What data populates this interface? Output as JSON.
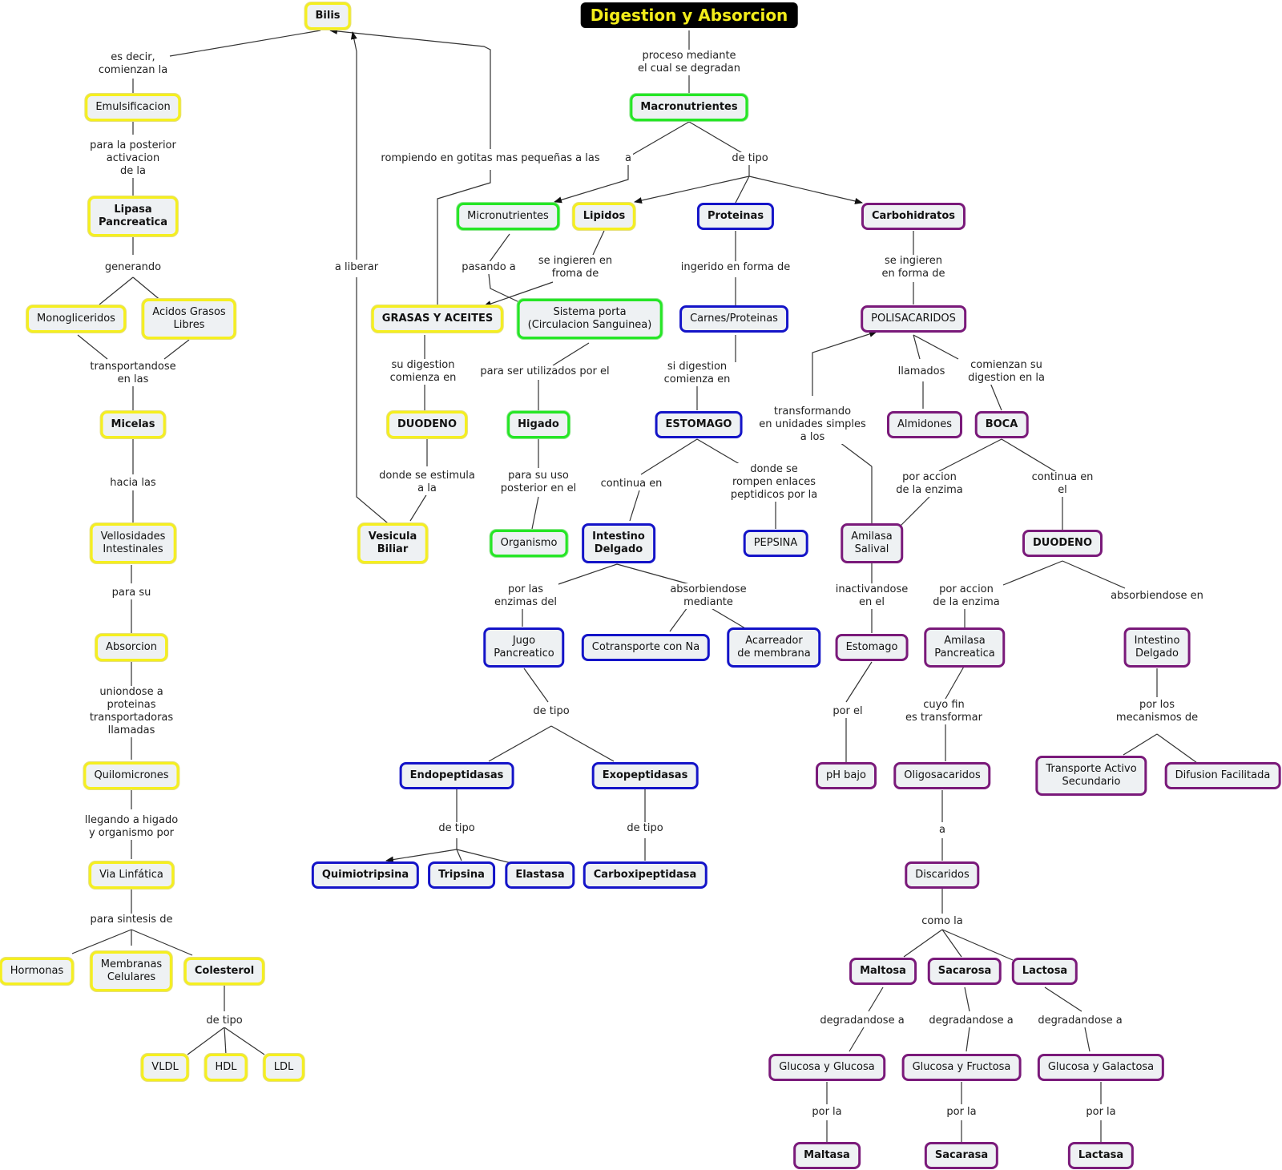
{
  "title": "Digestion y Absorcion",
  "colors": {
    "lipidos": "#f5ef1f",
    "micronutrientes": "#25e625",
    "proteinas": "#1414c8",
    "carbohidratos": "#7a1a7a",
    "title_bg": "#000000",
    "title_text": "#f2ec1a"
  },
  "nodes": {
    "macronutrientes": "Macronutrientes",
    "micronutrientes": "Micronutrientes",
    "lipidos": "Lipidos",
    "proteinas": "Proteinas",
    "carbohidratos": "Carbohidratos",
    "bilis": "Bilis",
    "emulsificacion": "Emulsificacion",
    "lipasa_pancreatica": "Lipasa\nPancreatica",
    "monogliceridos": "Monogliceridos",
    "acidos_grasos": "Acidos Grasos\nLibres",
    "micelas": "Micelas",
    "vellosidades": "Vellosidades\nIntestinales",
    "absorcion": "Absorcion",
    "quilomicrones": "Quilomicrones",
    "via_linfatica": "Via Linfática",
    "hormonas": "Hormonas",
    "membranas": "Membranas\nCelulares",
    "colesterol": "Colesterol",
    "vldl": "VLDL",
    "hdl": "HDL",
    "ldl": "LDL",
    "grasas_aceites": "GRASAS Y ACEITES",
    "duodeno_lip": "DUODENO",
    "vesicula": "Vesicula\nBiliar",
    "sistema_porta": "Sistema porta\n(Circulacion Sanguinea)",
    "higado": "Higado",
    "organismo": "Organismo",
    "carnes": "Carnes/Proteinas",
    "estomago_prot": "ESTOMAGO",
    "intestino_delgado_prot": "Intestino\nDelgado",
    "pepsina": "PEPSINA",
    "jugo_pancreatico": "Jugo\nPancreatico",
    "cotransporte": "Cotransporte con Na",
    "acarreador": "Acarreador\nde membrana",
    "endopeptidasas": "Endopeptidasas",
    "exopeptidasas": "Exopeptidasas",
    "quimiotripsina": "Quimiotripsina",
    "tripsina": "Tripsina",
    "elastasa": "Elastasa",
    "carboxipeptidasa": "Carboxipeptidasa",
    "polisacaridos": "POLISACARIDOS",
    "almidones": "Almidones",
    "boca": "BOCA",
    "amilasa_salival": "Amilasa\nSalival",
    "estomago_carb": "Estomago",
    "ph_bajo": "pH bajo",
    "duodeno_carb": "DUODENO",
    "amilasa_pancreatica": "Amilasa\nPancreatica",
    "intestino_delgado_carb": "Intestino\nDelgado",
    "oligosacaridos": "Oligosacaridos",
    "discaridos": "Discaridos",
    "transporte_activo": "Transporte Activo\nSecundario",
    "difusion": "Difusion Facilitada",
    "maltosa": "Maltosa",
    "sacarosa": "Sacarosa",
    "lactosa": "Lactosa",
    "glucosa_glucosa": "Glucosa y Glucosa",
    "glucosa_fructosa": "Glucosa y Fructosa",
    "glucosa_galactosa": "Glucosa y Galactosa",
    "maltasa": "Maltasa",
    "sacarasa": "Sacarasa",
    "lactasa": "Lactasa"
  },
  "links": {
    "proceso": "proceso mediante\nel cual se degradan",
    "a_micro": "a",
    "de_tipo_macro": "de tipo",
    "es_decir": "es decir,\ncomienzan la",
    "para_posterior": "para la posterior\nactivacion\nde la",
    "generando": "generando",
    "transportandose": "transportandose\nen las",
    "hacia_las": "hacia las",
    "para_su": "para su",
    "uniondose": "uniondose a\nproteinas\ntransportadoras\nllamadas",
    "llegando": "llegando a higado\ny organismo por",
    "para_sintesis": "para sintesis de",
    "de_tipo_col": "de tipo",
    "rompiendo": "rompiendo en gotitas mas pequeñas a las",
    "a_liberar": "a liberar",
    "pasando_a": "pasando a",
    "se_ingieren_lip": "se ingieren en\nfroma de",
    "su_digestion": "su digestion\ncomienza en",
    "donde_estimula": "donde se estimula\na la",
    "para_ser": "para ser utilizados por el",
    "para_su_uso": "para su uso\nposterior en el",
    "ingerido": "ingerido en forma de",
    "si_digestion": "si digestion\ncomienza en",
    "continua_en_prot": "continua en",
    "donde_rompen": "donde se\nrompen enlaces\npeptidicos por la",
    "por_las_enzimas": "por las\nenzimas del",
    "absorbiendose_mediante": "absorbiendose\nmediante",
    "de_tipo_jugo": "de tipo",
    "de_tipo_endo": "de tipo",
    "de_tipo_exo": "de tipo",
    "se_ingieren_carb": "se ingieren\nen forma de",
    "transformando": "transformando\nen unidades simples\na los",
    "llamados": "llamados",
    "comienzan_su": "comienzan su\ndigestion en la",
    "por_accion_boca": "por accion\nde la enzima",
    "continua_en_el": "continua en\nel",
    "inactivandose": "inactivandose\nen el",
    "por_el": "por el",
    "por_accion_duo": "por accion\nde la enzima",
    "absorbiendose_en": "absorbiendose en",
    "cuyo_fin": "cuyo fin\nes transformar",
    "a_disc": "a",
    "por_los_mecanismos": "por los\nmecanismos de",
    "como_la": "como la",
    "degradandose_1": "degradandose a",
    "degradandose_2": "degradandose a",
    "degradandose_3": "degradandose a",
    "por_la_1": "por la",
    "por_la_2": "por la",
    "por_la_3": "por la"
  }
}
